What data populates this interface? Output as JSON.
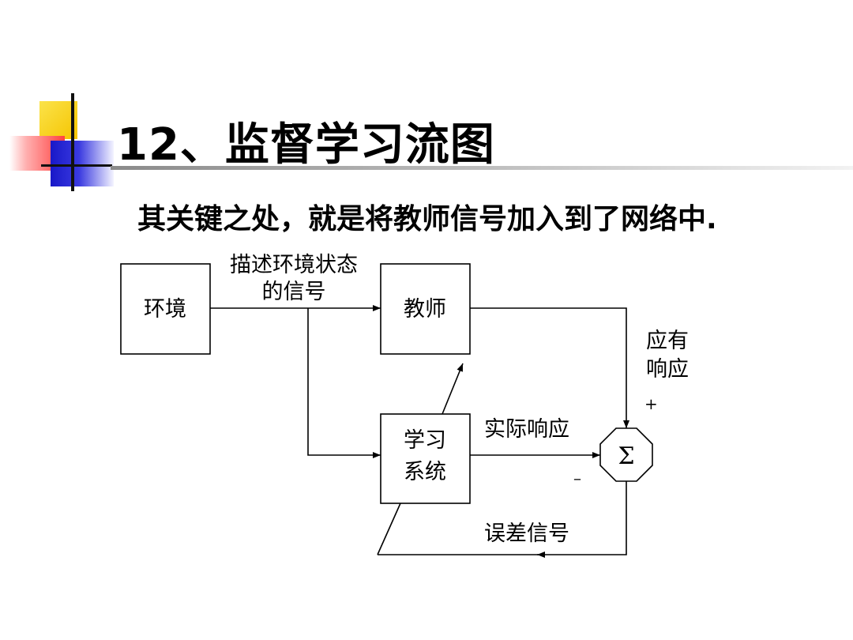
{
  "title": "12、监督学习流图",
  "subtitle": "其关键之处，就是将教师信号加入到了网络中.",
  "diagram": {
    "blocks": {
      "environment": "环境",
      "teacher": "教师",
      "learning_system_line1": "学习",
      "learning_system_line2": "系统",
      "summation_symbol": "Σ"
    },
    "labels": {
      "env_signal_line1": "描述环境状态",
      "env_signal_line2": "的信号",
      "desired_response_line1": "应有",
      "desired_response_line2": "响应",
      "actual_response": "实际响应",
      "error_signal": "误差信号",
      "plus_sign": "+",
      "minus_sign": "–"
    }
  },
  "colors": {
    "title_text": "#000000",
    "decor_yellow": "#f5c400",
    "decor_red": "#ff4040",
    "decor_blue": "#1818c8"
  }
}
